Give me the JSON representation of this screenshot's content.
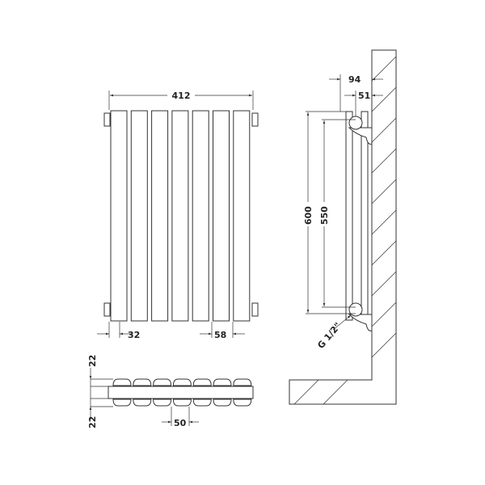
{
  "front_view": {
    "width_dim": "412",
    "edge_dim": "32",
    "pitch_dim": "58",
    "panel_count": 7
  },
  "top_view": {
    "depth_top_dim": "22",
    "depth_bottom_dim": "22",
    "pitch_dim": "50"
  },
  "side_view": {
    "height_dim": "600",
    "centres_dim": "550",
    "wall_offset_dim": "94",
    "pipe_offset_dim": "51",
    "connection_label": "G 1/2\""
  }
}
